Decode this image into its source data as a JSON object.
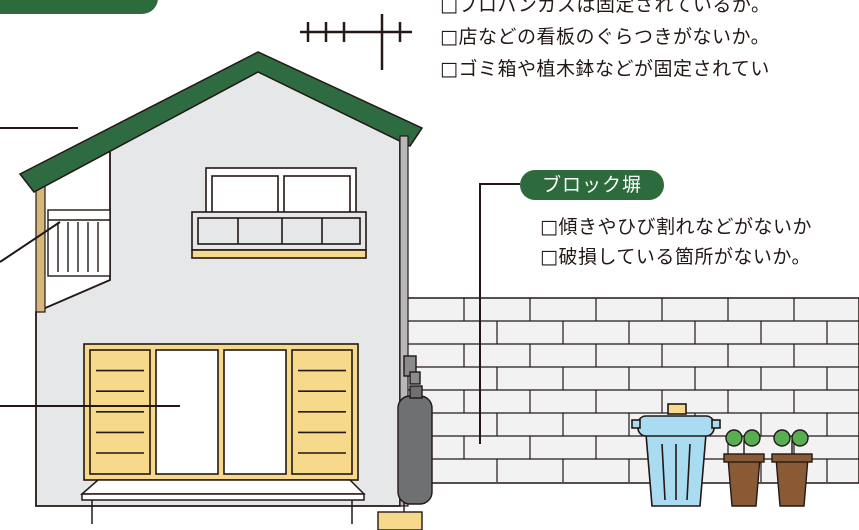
{
  "colors": {
    "roof": "#2e6b40",
    "wall": "#e6e7e8",
    "window_wood": "#f7d98b",
    "block_wall": "#f2f2f2",
    "bin": "#a9dcf0",
    "pot": "#8a5a34",
    "plant": "#58ad52",
    "badge": "#2d6b3d"
  },
  "checklist_top": {
    "items": [
      "□プロパンガスは固定されているか。",
      "□店などの看板のぐらつきがないか。",
      "□ゴミ箱や植木鉢などが固定されてい"
    ]
  },
  "block_wall_section": {
    "title": "ブロック塀",
    "items": [
      "□傾きやひび割れなどがないか",
      "□破損している箇所がないか。"
    ]
  }
}
